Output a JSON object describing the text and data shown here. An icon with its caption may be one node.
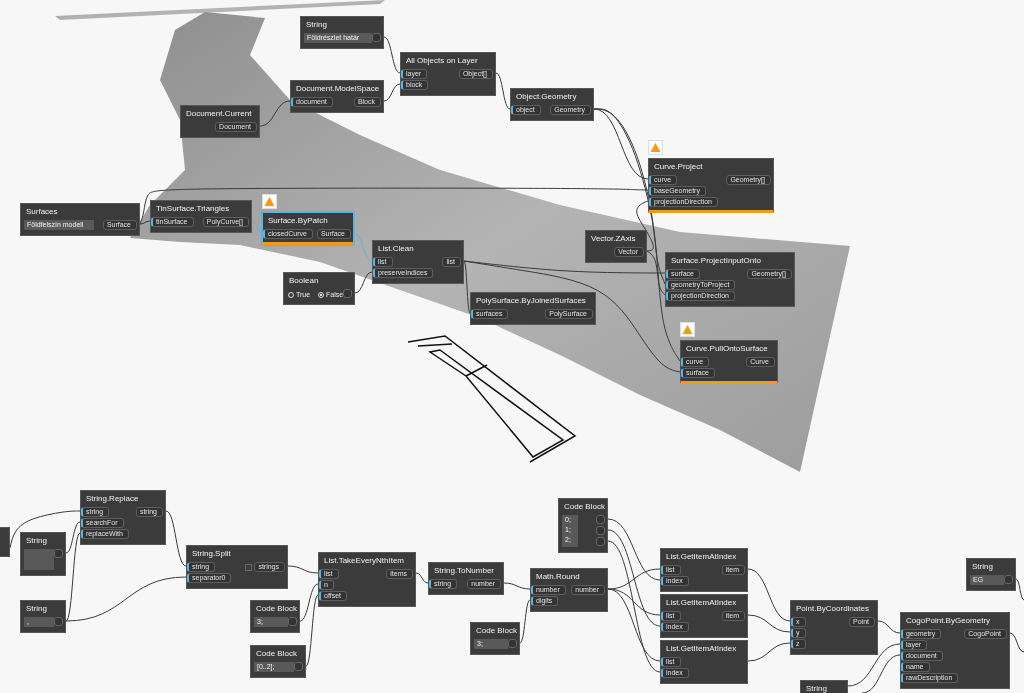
{
  "diagram": {
    "nodes": [
      {
        "text": [
          "String",
          "Földrészlet határ"
        ]
      },
      {
        "text": [
          "All Objects on Layer",
          "layer",
          "block",
          "Object[]"
        ]
      },
      {
        "text": [
          "Document.ModelSpace",
          "document",
          "Block"
        ]
      },
      {
        "text": [
          "Document.Current",
          "Document"
        ]
      },
      {
        "text": [
          "Object.Geometry",
          "object",
          "Geometry"
        ]
      },
      {
        "text": [
          "Curve.Project",
          "curve",
          "baseGeometry",
          "projectionDirection",
          "Geometry[]"
        ]
      },
      {
        "text": [
          "Surfaces",
          "Földfelszín modell",
          "Surface"
        ]
      },
      {
        "text": [
          "TinSurface.Triangles",
          "tinSurface",
          "PolyCurve[]"
        ]
      },
      {
        "text": [
          "Surface.ByPatch",
          "closedCurve",
          "Surface"
        ]
      },
      {
        "text": [
          "List.Clean",
          "list",
          "preserveIndices",
          "list"
        ]
      },
      {
        "text": [
          "Boolean",
          "True",
          "False"
        ]
      },
      {
        "text": [
          "PolySurface.ByJoinedSurfaces",
          "surfaces",
          "PolySurface"
        ]
      },
      {
        "text": [
          "Vector.ZAxis",
          "Vector"
        ]
      },
      {
        "text": [
          "Surface.ProjectInputOnto",
          "surface",
          "geometryToProject",
          "projectionDirection",
          "Geometry[]"
        ]
      },
      {
        "text": [
          "Curve.PullOntoSurface",
          "curve",
          "surface",
          "Curve"
        ]
      },
      {
        "text": [],
        "shape": "box"
      },
      {
        "text": [
          "String"
        ]
      },
      {
        "text": [
          "String",
          ","
        ]
      },
      {
        "text": [
          "String.Replace",
          "string",
          "searchFor",
          "replaceWith",
          "string"
        ]
      },
      {
        "text": [
          "String.Split",
          "string",
          "separator0",
          "strings"
        ]
      },
      {
        "text": [
          "List.TakeEveryNthItem",
          "list",
          "n",
          "offset",
          "items"
        ]
      },
      {
        "text": [
          "Code Block",
          "3;"
        ]
      },
      {
        "text": [
          "Code Block",
          "[0..2];"
        ]
      },
      {
        "text": [
          "String.ToNumber",
          "string",
          "number"
        ]
      },
      {
        "text": [
          "Code Block",
          "0; 1; 2;"
        ]
      },
      {
        "text": [
          "Math.Round",
          "number",
          "digits",
          "number"
        ]
      },
      {
        "text": [
          "Code Block",
          "3;"
        ]
      },
      {
        "text": [
          "List.GetItemAtIndex",
          "list",
          "index",
          "item"
        ]
      },
      {
        "text": [
          "List.GetItemAtIndex",
          "list",
          "index",
          "item"
        ]
      },
      {
        "text": [
          "List.GetItemAtIndex",
          "list",
          "index"
        ]
      },
      {
        "text": [
          "Point.ByCoordinates",
          "x",
          "y",
          "z",
          "Point"
        ]
      },
      {
        "text": [
          "String",
          "EG"
        ]
      },
      {
        "text": [
          "CogoPoint.ByGeometry",
          "geometry",
          "layer",
          "document",
          "name",
          "rawDescription",
          "CogoPoint"
        ]
      },
      {
        "text": [
          "String"
        ]
      }
    ],
    "edges": [
      {
        "from": 0,
        "to": 1,
        "arrow": "none"
      },
      {
        "from": 2,
        "to": 1,
        "arrow": "none"
      },
      {
        "from": 3,
        "to": 2,
        "arrow": "none"
      },
      {
        "from": 1,
        "to": 4,
        "arrow": "none"
      },
      {
        "from": 4,
        "to": 5,
        "arrow": "none"
      },
      {
        "from": 4,
        "to": 13,
        "arrow": "none"
      },
      {
        "from": 4,
        "to": 14,
        "arrow": "none"
      },
      {
        "from": 6,
        "to": 7,
        "arrow": "none"
      },
      {
        "from": 6,
        "to": 5,
        "arrow": "none"
      },
      {
        "from": 7,
        "to": 8,
        "arrow": "none",
        "color": "#5ab4e0"
      },
      {
        "from": 8,
        "to": 9,
        "arrow": "none",
        "color": "#5ab4e0"
      },
      {
        "from": 10,
        "to": 9,
        "arrow": "none"
      },
      {
        "from": 9,
        "to": 11,
        "arrow": "none"
      },
      {
        "from": 9,
        "to": 13,
        "arrow": "none"
      },
      {
        "from": 9,
        "to": 14,
        "arrow": "none"
      },
      {
        "from": 12,
        "to": 5,
        "arrow": "none"
      },
      {
        "from": 12,
        "to": 13,
        "arrow": "none"
      },
      {
        "from": 15,
        "to": 18,
        "arrow": "none"
      },
      {
        "from": 16,
        "to": 18,
        "arrow": "none"
      },
      {
        "from": 17,
        "to": 18,
        "arrow": "none"
      },
      {
        "from": 17,
        "to": 19,
        "arrow": "none"
      },
      {
        "from": 18,
        "to": 19,
        "arrow": "none"
      },
      {
        "from": 19,
        "to": 20,
        "arrow": "none"
      },
      {
        "from": 21,
        "to": 20,
        "arrow": "none"
      },
      {
        "from": 22,
        "to": 20,
        "arrow": "none"
      },
      {
        "from": 20,
        "to": 23,
        "arrow": "none"
      },
      {
        "from": 23,
        "to": 25,
        "arrow": "none"
      },
      {
        "from": 26,
        "to": 25,
        "arrow": "none"
      },
      {
        "from": 25,
        "to": 27,
        "arrow": "none"
      },
      {
        "from": 25,
        "to": 28,
        "arrow": "none"
      },
      {
        "from": 25,
        "to": 29,
        "arrow": "none"
      },
      {
        "from": 24,
        "to": 27,
        "arrow": "none"
      },
      {
        "from": 24,
        "to": 28,
        "arrow": "none"
      },
      {
        "from": 24,
        "to": 29,
        "arrow": "none"
      },
      {
        "from": 27,
        "to": 30,
        "arrow": "none"
      },
      {
        "from": 28,
        "to": 30,
        "arrow": "none"
      },
      {
        "from": 29,
        "to": 30,
        "arrow": "none"
      },
      {
        "from": 30,
        "to": 32,
        "arrow": "none"
      },
      {
        "from": 33,
        "to": 32,
        "arrow": "none"
      },
      {
        "from": null,
        "to": 32,
        "arrow": "none"
      },
      {
        "from": 31,
        "to": null,
        "arrow": "none"
      },
      {
        "from": 32,
        "to": null,
        "arrow": "none"
      }
    ]
  }
}
